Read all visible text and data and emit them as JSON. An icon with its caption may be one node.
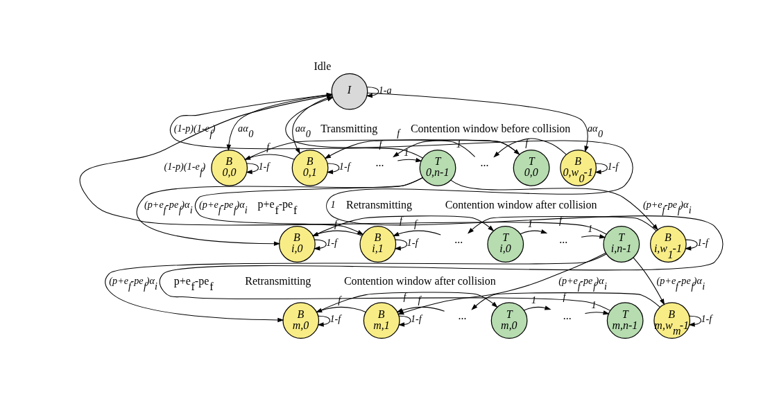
{
  "diagram": {
    "nodes": [
      {
        "text": [
          "I"
        ],
        "beside": [
          "Idle"
        ]
      },
      {
        "text": [
          "T",
          "0,n-1"
        ]
      },
      {
        "text": [
          "···"
        ]
      },
      {
        "text": [
          "T",
          "0,0"
        ]
      },
      {
        "text": [
          "B",
          "0,0"
        ]
      },
      {
        "text": [
          "B",
          "0,1"
        ]
      },
      {
        "text": [
          "···"
        ]
      },
      {
        "text": [
          "B",
          "0,w$_{0}$-1"
        ]
      },
      {
        "text": [
          "T",
          "i,n-1"
        ]
      },
      {
        "text": [
          "···"
        ]
      },
      {
        "text": [
          "T",
          "i,0"
        ]
      },
      {
        "text": [
          "B",
          "i,0"
        ]
      },
      {
        "text": [
          "B",
          "i,1"
        ]
      },
      {
        "text": [
          "···"
        ]
      },
      {
        "text": [
          "B",
          "i,w$_{1}$-1"
        ]
      },
      {
        "text": [
          "T",
          "m,n-1"
        ]
      },
      {
        "text": [
          "···"
        ]
      },
      {
        "text": [
          "T",
          "m,0"
        ]
      },
      {
        "text": [
          "B",
          "m,0"
        ]
      },
      {
        "text": [
          "B",
          "m,1"
        ]
      },
      {
        "text": [
          "···"
        ]
      },
      {
        "text": [
          "B",
          "m,w$_{m}$-1"
        ]
      }
    ],
    "edges": [
      {
        "from": 0,
        "to": 0,
        "arrow": "to",
        "label": "1-a"
      },
      {
        "from": 0,
        "to": 4,
        "arrow": "to",
        "label": "aα$_{0}$"
      },
      {
        "from": 0,
        "to": 5,
        "arrow": "to",
        "label": "aα$_{0}$"
      },
      {
        "from": 0,
        "to": 7,
        "arrow": "to",
        "label": "aα$_{0}$"
      },
      {
        "from": 7,
        "to": 6,
        "arrow": "to",
        "label": "f"
      },
      {
        "from": 6,
        "to": 5,
        "arrow": "to",
        "label": "f"
      },
      {
        "from": 5,
        "to": 4,
        "arrow": "to",
        "label": "f"
      },
      {
        "from": 4,
        "to": 3,
        "arrow": "to",
        "label": "f"
      },
      {
        "from": 3,
        "to": 2,
        "arrow": "to",
        "label": "1"
      },
      {
        "from": 2,
        "to": 1,
        "arrow": "to",
        "label": "1"
      },
      {
        "from": 4,
        "to": 4,
        "arrow": "to",
        "label": "1-f"
      },
      {
        "from": 5,
        "to": 5,
        "arrow": "to",
        "label": "1-f"
      },
      {
        "from": 7,
        "to": 7,
        "arrow": "to",
        "label": "1-f"
      },
      {
        "from": 1,
        "to": 0,
        "arrow": "to",
        "label": "(1-p)(1-e$_{f}$)"
      },
      {
        "from": 1,
        "to": 11,
        "arrow": "to",
        "label": "(p+e$_{f}$-pe$_{f}$)α$_{i}$"
      },
      {
        "from": 1,
        "to": 12,
        "arrow": "to",
        "label": "(p+e$_{f}$-pe$_{f}$)α$_{i}$"
      },
      {
        "from": 1,
        "to": 14,
        "arrow": "to",
        "label": "(p+e$_{f}$-pe$_{f}$)α$_{i}$"
      },
      {
        "from": 14,
        "to": 13,
        "arrow": "to",
        "label": "f"
      },
      {
        "from": 13,
        "to": 12,
        "arrow": "to",
        "label": "f"
      },
      {
        "from": 12,
        "to": 11,
        "arrow": "to",
        "label": "f"
      },
      {
        "from": 11,
        "to": 10,
        "arrow": "to",
        "label": "f"
      },
      {
        "from": 10,
        "to": 9,
        "arrow": "to",
        "label": "1"
      },
      {
        "from": 9,
        "to": 8,
        "arrow": "to",
        "label": "1"
      },
      {
        "from": 11,
        "to": 11,
        "arrow": "to",
        "label": "1-f"
      },
      {
        "from": 12,
        "to": 12,
        "arrow": "to",
        "label": "1-f"
      },
      {
        "from": 14,
        "to": 14,
        "arrow": "to",
        "label": "1-f"
      },
      {
        "from": 8,
        "to": 0,
        "arrow": "to",
        "label": "(1-p)(1-e$_{f}$)"
      },
      {
        "from": 8,
        "to": 18,
        "arrow": "to",
        "label": "(p+e$_{f}$-pe$_{f}$)α$_{i}$"
      },
      {
        "from": 8,
        "to": 19,
        "arrow": "to",
        "label": "(p+e$_{f}$-pe$_{f}$)α$_{i}$"
      },
      {
        "from": 8,
        "to": 21,
        "arrow": "to",
        "label": "(p+e$_{f}$-pe$_{f}$)α$_{i}$"
      },
      {
        "from": 21,
        "to": 20,
        "arrow": "to",
        "label": "f"
      },
      {
        "from": 20,
        "to": 19,
        "arrow": "to",
        "label": "f"
      },
      {
        "from": 19,
        "to": 18,
        "arrow": "to",
        "label": "f"
      },
      {
        "from": 18,
        "to": 17,
        "arrow": "to",
        "label": "f"
      },
      {
        "from": 17,
        "to": 16,
        "arrow": "to",
        "label": "1"
      },
      {
        "from": 16,
        "to": 15,
        "arrow": "to",
        "label": "1"
      },
      {
        "from": 18,
        "to": 18,
        "arrow": "to",
        "label": "1-f"
      },
      {
        "from": 19,
        "to": 19,
        "arrow": "to",
        "label": "1-f"
      },
      {
        "from": 21,
        "to": 21,
        "arrow": "to",
        "label": "1-f"
      },
      {
        "from": 15,
        "to": 0,
        "arrow": "to",
        "label": "1"
      }
    ],
    "labels": [
      "Transmitting",
      "Contention window before collision",
      "p+e$_{f}$-pe$_{f}$",
      "Contention window after collision",
      "Retransmitting",
      "p+e$_{f}$-pe$_{f}$",
      "Contention window after collision",
      "Retransmitting"
    ]
  }
}
